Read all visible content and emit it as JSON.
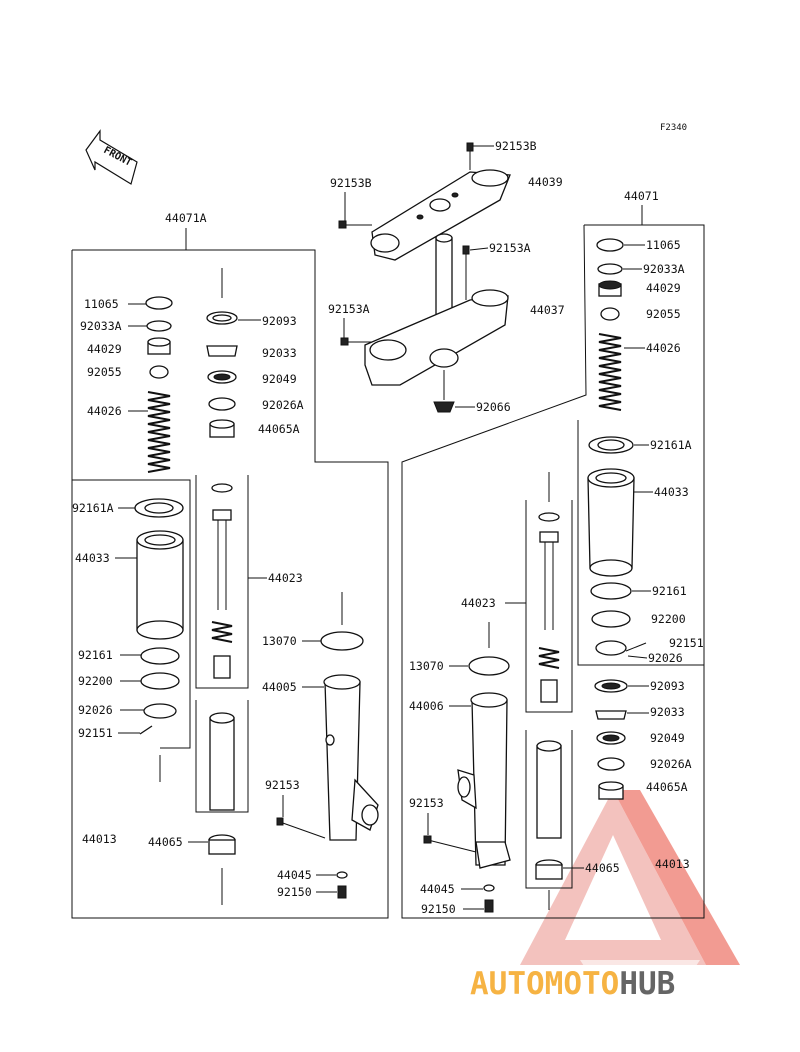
{
  "diagram": {
    "code": "F2340",
    "front_label": "FRONT",
    "assembly_labels": {
      "left_group": "44071A",
      "right_group": "44071"
    },
    "parts": {
      "p92153B_top": "92153B",
      "p92153B_left": "92153B",
      "p44039": "44039",
      "p92153A_top": "92153A",
      "p92153A_left": "92153A",
      "p44037": "44037",
      "p92066": "92066",
      "L11065": "11065",
      "L92033A": "92033A",
      "L44029": "44029",
      "L92055": "92055",
      "L44026": "44026",
      "L92161A": "92161A",
      "L44033": "44033",
      "L92161": "92161",
      "L92200": "92200",
      "L92026": "92026",
      "L92151": "92151",
      "L44013": "44013",
      "L44065": "44065",
      "L92093": "92093",
      "L92033": "92033",
      "L92049": "92049",
      "L92026A": "92026A",
      "L44065A": "44065A",
      "L44023": "44023",
      "L13070": "13070",
      "L44005": "44005",
      "L92153": "92153",
      "L44045": "44045",
      "L92150": "92150",
      "R11065": "11065",
      "R92033A": "92033A",
      "R44029": "44029",
      "R92055": "92055",
      "R44026": "44026",
      "R92161A": "92161A",
      "R44033": "44033",
      "R92161": "92161",
      "R92200": "92200",
      "R92151": "92151",
      "R92026": "92026",
      "R92093": "92093",
      "R92033": "92033",
      "R92049": "92049",
      "R92026A": "92026A",
      "R44065A": "44065A",
      "R44065": "44065",
      "R44013": "44013",
      "R44023": "44023",
      "R13070": "13070",
      "R44006": "44006",
      "R92153": "92153",
      "R44045": "44045",
      "R92150": "92150"
    }
  },
  "watermark": {
    "text_part1": "AUTOMOTO",
    "text_part2": "HUB",
    "color_main": "#e23a2e",
    "color_light": "#f5a623",
    "color_dark": "#555555"
  }
}
